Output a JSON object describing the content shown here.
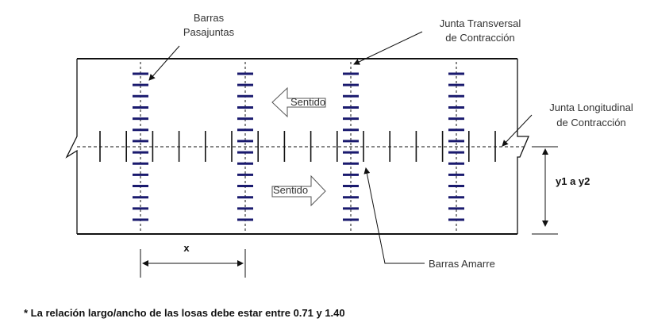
{
  "labels": {
    "dowel_bars": [
      "Barras",
      "Pasajuntas"
    ],
    "transverse_joint": [
      "Junta Transversal",
      "de Contracción"
    ],
    "longitudinal_joint": [
      "Junta Longitudinal",
      "de Contracción"
    ],
    "tie_bars": "Barras Amarre",
    "direction_top": "Sentido",
    "direction_bottom": "Sentido",
    "dim_x": "x",
    "dim_y": "y1 a y2"
  },
  "footnote": "* La relación largo/ancho de las losas debe estar entre 0.71 y 1.40",
  "colors": {
    "dowel": "#1a1a6e",
    "line": "#111111"
  },
  "dowel_bars_per_joint": 14,
  "transverse_joint_count": 4,
  "tie_bar_count": 16
}
